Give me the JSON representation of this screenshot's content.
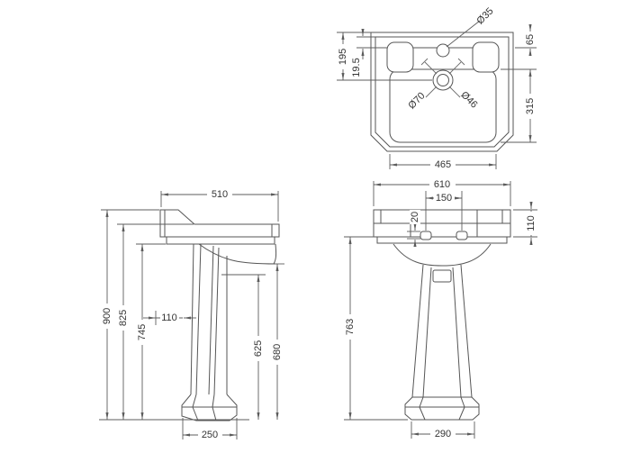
{
  "drawing_type": "basin-and-pedestal-dimension-drawing",
  "colors": {
    "background": "#ffffff",
    "line": "#565656",
    "text": "#343434"
  },
  "plan_view": {
    "tap_hole_dia": "Ø35",
    "back_to_deck": "65",
    "back_to_drain": "195",
    "rim_offset": "19.5",
    "drain_outer_dia": "Ø70",
    "drain_waste_dia": "Ø46",
    "bowl_depth": "315",
    "bowl_width": "465"
  },
  "side_view": {
    "basin_depth": "510",
    "overall_height": "900",
    "front_edge_height": "825",
    "under_rim_height": "745",
    "pedestal_setback": "110",
    "waste_height": "625",
    "bowl_underside_height": "680",
    "base_depth": "250"
  },
  "front_view": {
    "basin_width": "610",
    "tap_hole_centres": "150",
    "tap_hole_inset": "20",
    "rim_band_height": "110",
    "height_to_rim": "763",
    "base_width": "290"
  }
}
